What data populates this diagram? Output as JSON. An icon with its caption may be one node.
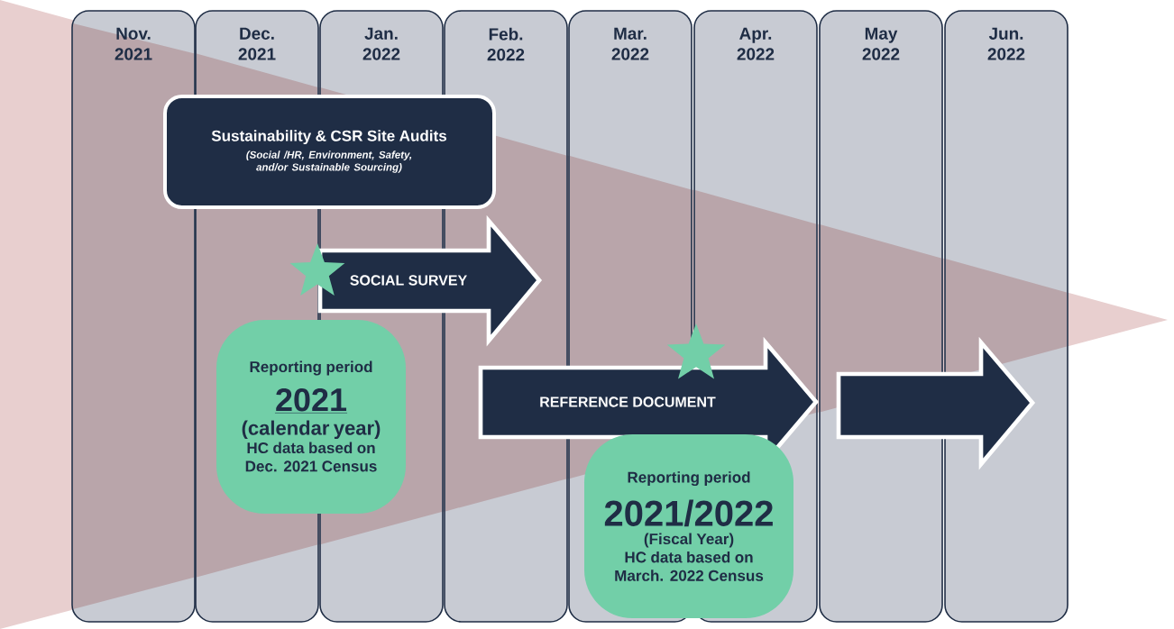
{
  "diagram": {
    "nodes": [
      {
        "text": [
          "Nov. 2021"
        ]
      },
      {
        "text": [
          "Dec. 2021"
        ]
      },
      {
        "text": [
          "Jan. 2022"
        ]
      },
      {
        "text": [
          "Feb. 2022"
        ]
      },
      {
        "text": [
          "Mar. 2022"
        ]
      },
      {
        "text": [
          "Apr. 2022"
        ]
      },
      {
        "text": [
          "May 2022"
        ]
      },
      {
        "text": [
          "Jun. 2022"
        ]
      },
      {
        "text": [
          "Sustainability & CSR Site Audits",
          "(Social /HR, Environment, Safety, and/or Sustainable Sourcing)"
        ]
      },
      {
        "text": [
          "SOCIAL SURVEY"
        ]
      },
      {
        "text": [
          "Reporting period",
          "2021",
          "(calendar year)",
          "HC data based on Dec. 2021 Census"
        ]
      },
      {
        "text": [
          "REFERENCE DOCUMENT"
        ]
      },
      {
        "text": [
          "Reporting period",
          "2021/2022",
          "(Fiscal Year)",
          "HC data based on March. 2022 Census"
        ]
      },
      {
        "text": [],
        "shape": "arrow"
      },
      {
        "text": [],
        "shape": "star"
      },
      {
        "text": [],
        "shape": "star"
      }
    ]
  }
}
